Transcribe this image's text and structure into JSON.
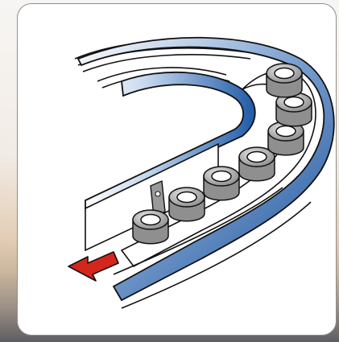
{
  "figure": {
    "subject": "curved-conveyor-with-vials",
    "vial_count": 7,
    "direction_arrow": "lower-left",
    "colors": {
      "belt_blue": "#1e5aa8",
      "belt_highlight": "#ffffff",
      "vial_cap": "#a9a9a9",
      "arrow_red": "#d4261c",
      "outline": "#111111"
    }
  }
}
